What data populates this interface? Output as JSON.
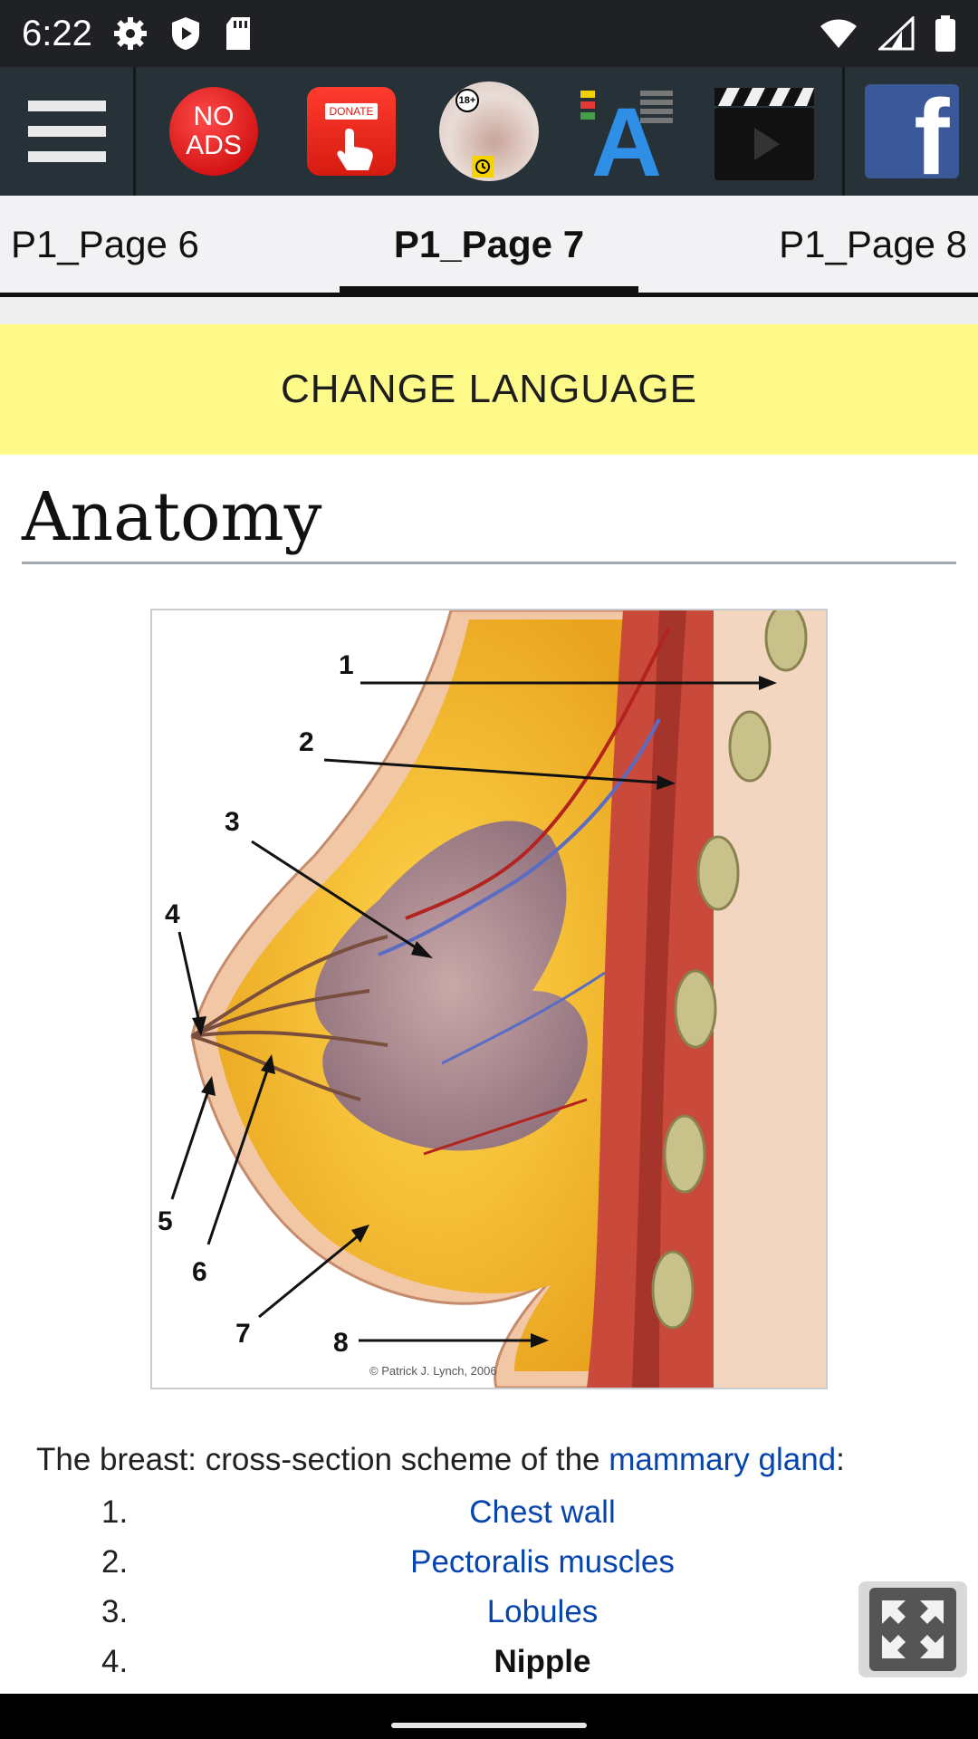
{
  "status_bar": {
    "time": "6:22",
    "icons": [
      "gear-icon",
      "shield-play-icon",
      "sd-card-icon",
      "wifi-icon",
      "signal-icon",
      "battery-icon"
    ]
  },
  "toolbar": {
    "menu_icon": "hamburger-icon",
    "no_ads_label": "NO\nADS",
    "donate_label": "DONATE",
    "age_label": "18+",
    "font_letter": "A",
    "facebook_letter": "f"
  },
  "tabs": {
    "left": "P1_Page 6",
    "active": "P1_Page 7",
    "right": "P1_Page 8"
  },
  "change_language": "CHANGE LANGUAGE",
  "content": {
    "title": "Anatomy",
    "figure_credit": "© Patrick J. Lynch, 2006",
    "figure_labels": [
      "1",
      "2",
      "3",
      "4",
      "5",
      "6",
      "7",
      "8"
    ],
    "caption_prefix": "The breast: cross-section scheme of the ",
    "caption_link": "mammary gland",
    "caption_suffix": ":",
    "list": [
      {
        "number": "1.",
        "text": "Chest wall",
        "style": "link"
      },
      {
        "number": "2.",
        "text": "Pectoralis muscles",
        "style": "link"
      },
      {
        "number": "3.",
        "text": "Lobules",
        "style": "link"
      },
      {
        "number": "4.",
        "text": "Nipple",
        "style": "bold"
      }
    ]
  },
  "colors": {
    "toolbar_bg": "#263238",
    "language_bg": "#fdfa8a",
    "link": "#0645ad"
  }
}
